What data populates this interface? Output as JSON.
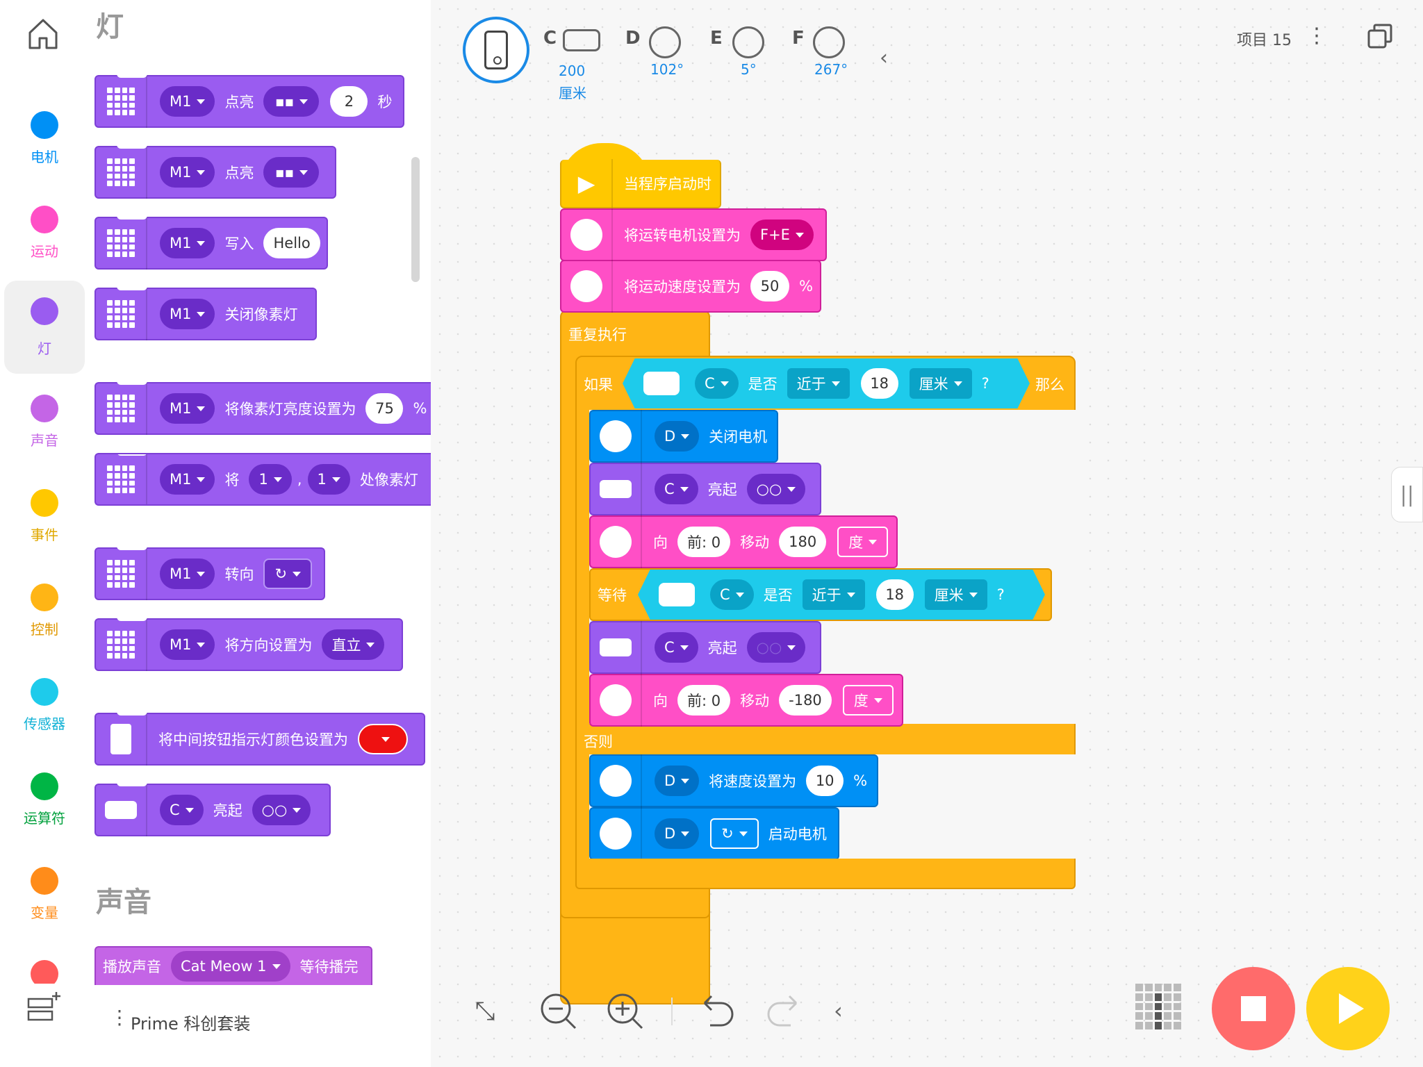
{
  "rail": {
    "home_icon": "home-icon",
    "categories": [
      {
        "label": "电机",
        "color": "#0090f5",
        "text_color": "#0090f5"
      },
      {
        "label": "运动",
        "color": "#ff4fc6",
        "text_color": "#ff4fc6"
      },
      {
        "label": "灯",
        "color": "#9a5cf0",
        "text_color": "#9a5cf0"
      },
      {
        "label": "声音",
        "color": "#c465e6",
        "text_color": "#c465e6"
      },
      {
        "label": "事件",
        "color": "#ffc800",
        "text_color": "#e0a800"
      },
      {
        "label": "控制",
        "color": "#ffb515",
        "text_color": "#e09800"
      },
      {
        "label": "传感器",
        "color": "#1ecbeb",
        "text_color": "#12b2d6"
      },
      {
        "label": "运算符",
        "color": "#00b545",
        "text_color": "#00a03c"
      },
      {
        "label": "变量",
        "color": "#ff8c1a",
        "text_color": "#ff8c1a"
      },
      {
        "label": "",
        "color": "#ff5a5a",
        "text_color": "#ff5a5a"
      }
    ],
    "extension_icon": "extension-icon"
  },
  "palette": {
    "light_heading": "灯",
    "sound_heading": "声音",
    "blocks": {
      "b1": {
        "port": "M1",
        "verb": "点亮",
        "num": "2",
        "unit": "秒"
      },
      "b2": {
        "port": "M1",
        "verb": "点亮"
      },
      "b3": {
        "port": "M1",
        "verb": "写入",
        "text": "Hello"
      },
      "b4": {
        "port": "M1",
        "verb": "关闭像素灯"
      },
      "b5": {
        "port": "M1",
        "verb": "将像素灯亮度设置为",
        "num": "75",
        "unit": "%"
      },
      "b6": {
        "port": "M1",
        "verb": "将",
        "x": "1",
        "comma": ",",
        "y": "1",
        "tail": "处像素灯"
      },
      "b7": {
        "port": "M1",
        "verb": "转向"
      },
      "b8": {
        "port": "M1",
        "verb": "将方向设置为",
        "value": "直立"
      },
      "b9": {
        "verb": "将中间按钮指示灯颜色设置为"
      },
      "b10": {
        "port": "C",
        "verb": "亮起"
      },
      "s1": {
        "verb": "播放声音",
        "sound": "Cat Meow 1",
        "tail": "等待播完"
      }
    },
    "footer_kit": "Prime 科创套装"
  },
  "topbar": {
    "ports": [
      {
        "letter": "C",
        "value": "200 厘米"
      },
      {
        "letter": "D",
        "value": "102°"
      },
      {
        "letter": "E",
        "value": "5°"
      },
      {
        "letter": "F",
        "value": "267°"
      }
    ],
    "project_name": "项目 15"
  },
  "program": {
    "hat": "当程序启动时",
    "set_motors_label": "将运转电机设置为",
    "set_motors_value": "F+E",
    "set_speed_label": "将运动速度设置为",
    "set_speed_value": "50",
    "set_speed_unit": "%",
    "forever": "重复执行",
    "if_label": "如果",
    "then_label": "那么",
    "else_label": "否则",
    "cond": {
      "port": "C",
      "is": "是否",
      "comparison": "近于",
      "value": "18",
      "unit": "厘米",
      "q": "?"
    },
    "stop_motor": {
      "port": "D",
      "label": "关闭电机"
    },
    "light_on_1": {
      "port": "C",
      "label": "亮起"
    },
    "move1": {
      "dir_label": "向",
      "dir_value": "前: 0",
      "move": "移动",
      "amount": "180",
      "unit": "度"
    },
    "wait_label": "等待",
    "wait_cond": {
      "port": "C",
      "is": "是否",
      "comparison": "近于",
      "value": "18",
      "unit": "厘米",
      "q": "?"
    },
    "light_on_2": {
      "port": "C",
      "label": "亮起"
    },
    "move2": {
      "dir_label": "向",
      "dir_value": "前: 0",
      "move": "移动",
      "amount": "-180",
      "unit": "度"
    },
    "set_speed_d": {
      "port": "D",
      "label": "将速度设置为",
      "value": "10",
      "unit": "%"
    },
    "start_motor": {
      "port": "D",
      "label": "启动电机"
    }
  },
  "colors": {
    "light_block": "#9a5cf0",
    "light_block_dark": "#7c3fd6",
    "motor_block": "#0090f5",
    "motor_block_dark": "#0071c7",
    "movement_block": "#ff4fc6",
    "movement_block_dark": "#d01f99",
    "event_block": "#ffc800",
    "control_block": "#ffb515",
    "sensor_block": "#1ecbeb",
    "stop_button": "#ff6b6b",
    "play_button": "#ffd21a",
    "sound_block": "#c465e6"
  }
}
